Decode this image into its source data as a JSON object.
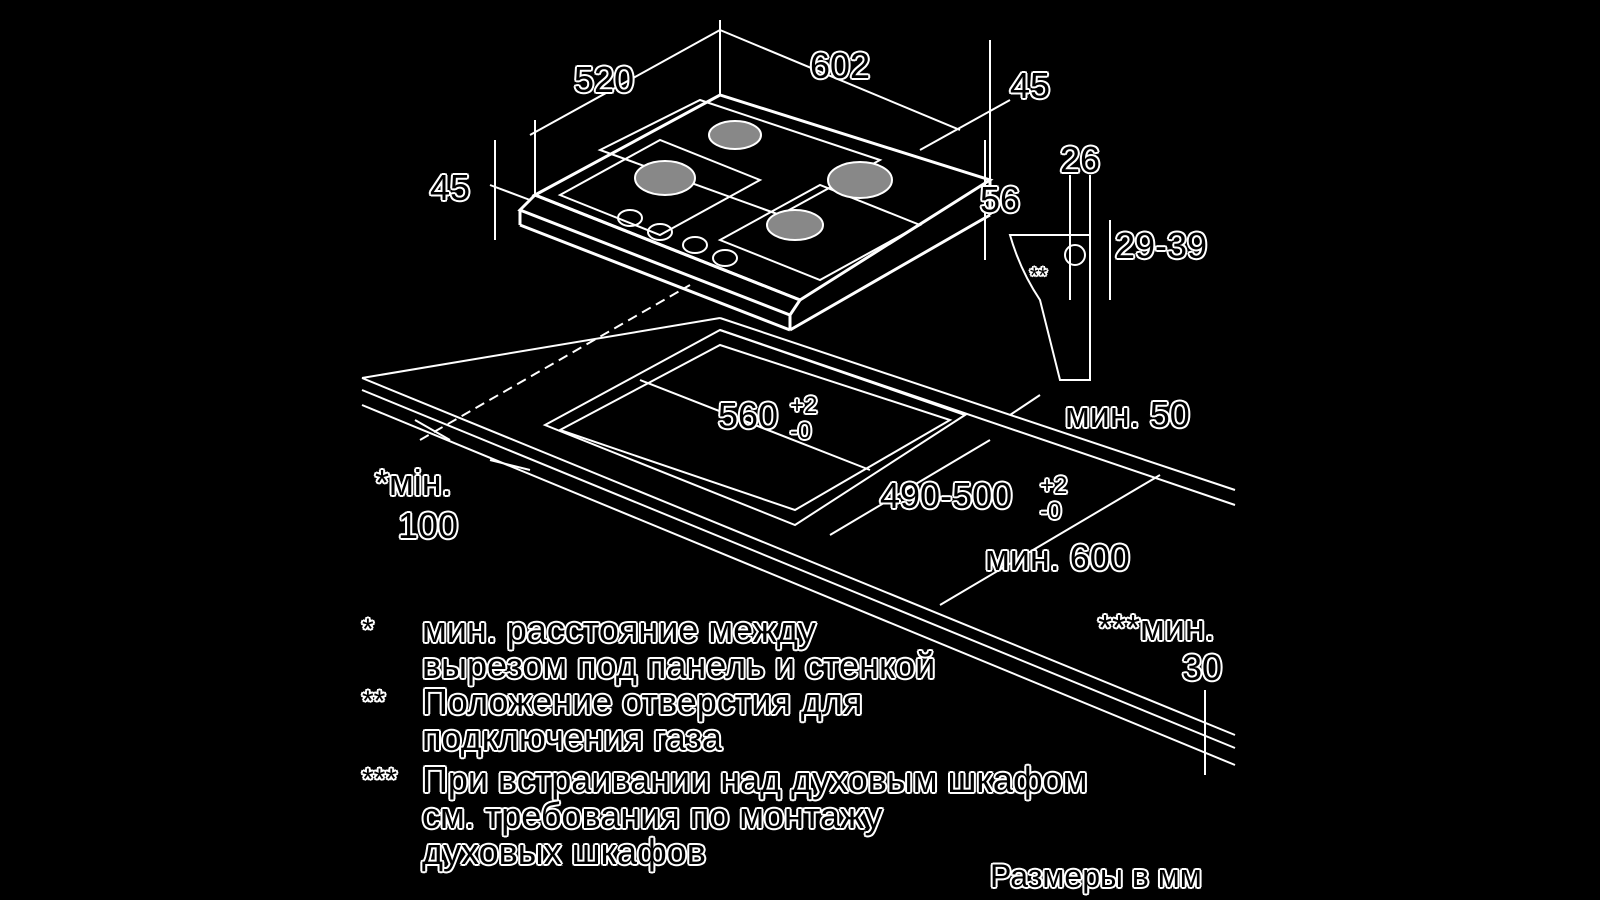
{
  "dimensions": {
    "width_602": "602",
    "depth_520": "520",
    "height_45_right": "45",
    "height_45_left": "45",
    "height_56": "56",
    "gas_26": "26",
    "gas_29_39": "29-39",
    "gas_marker": "**",
    "cutout_width": "560",
    "cutout_width_tol_plus": "+2",
    "cutout_width_tol_minus": "-0",
    "cutout_depth": "490-500",
    "cutout_depth_tol_plus": "+2",
    "cutout_depth_tol_minus": "-0",
    "min_50": "мин. 50",
    "min_600": "мин. 600",
    "min_100_label": "*мін.",
    "min_100_value": "100",
    "min_30_label": "***мин.",
    "min_30_value": "30"
  },
  "notes": [
    {
      "marker": "*",
      "lines": [
        "мин. расстояние между",
        "вырезом под панель и стенкой"
      ]
    },
    {
      "marker": "**",
      "lines": [
        "Положение отверстия для",
        "подключения газа"
      ]
    },
    {
      "marker": "***",
      "lines": [
        "При встраивании над духовым шкафом",
        "см. требования по монтажу",
        "духовых шкафов"
      ]
    }
  ],
  "units_caption": "Размеры в мм"
}
